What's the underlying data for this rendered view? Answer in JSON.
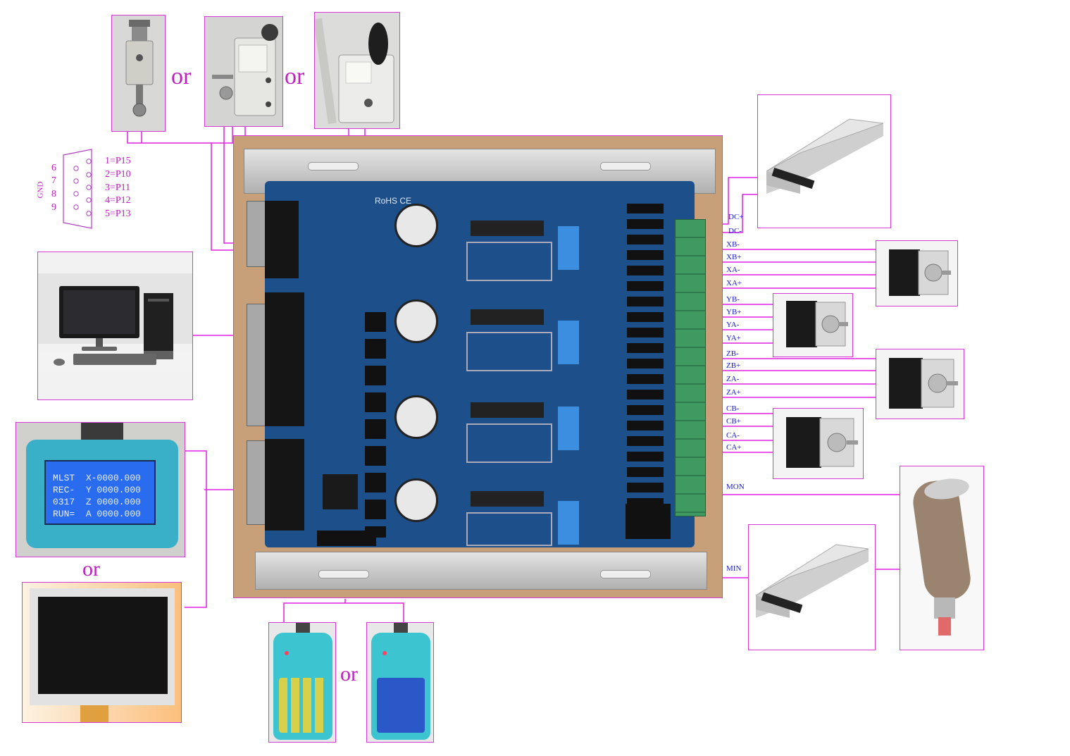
{
  "labels": {
    "or": "or",
    "gnd": "GND"
  },
  "db9": {
    "left_pins": [
      "6",
      "7",
      "8",
      "9"
    ],
    "right_pins": [
      "1=P15",
      "2=P10",
      "3=P11",
      "4=P12",
      "5=P13"
    ]
  },
  "lcd": {
    "lines": [
      [
        "MLST",
        "X-0000.000"
      ],
      [
        "REC-",
        "Y 0000.000"
      ],
      [
        "0317",
        "Z 0000.000"
      ],
      [
        "RUN=",
        "A 0000.000"
      ]
    ]
  },
  "board": {
    "marking": "RoHS CE"
  },
  "signals": {
    "power": [
      "DC+",
      "DC-"
    ],
    "x": [
      "XB-",
      "XB+",
      "XA-",
      "XA+"
    ],
    "y": [
      "YB-",
      "YB+",
      "YA-",
      "YA+"
    ],
    "z": [
      "ZB-",
      "ZB+",
      "ZA-",
      "ZA+"
    ],
    "c": [
      "CB-",
      "CB+",
      "CA-",
      "CA+"
    ],
    "mon": "MON",
    "min": "MIN"
  },
  "colors": {
    "wire": "#e020e0",
    "frame": "#d83ad8",
    "signal_text": "#1a1acc",
    "pcb": "#1d4f8a",
    "lcd": "#2a6cf0",
    "pendant": "#3cc4d0"
  }
}
